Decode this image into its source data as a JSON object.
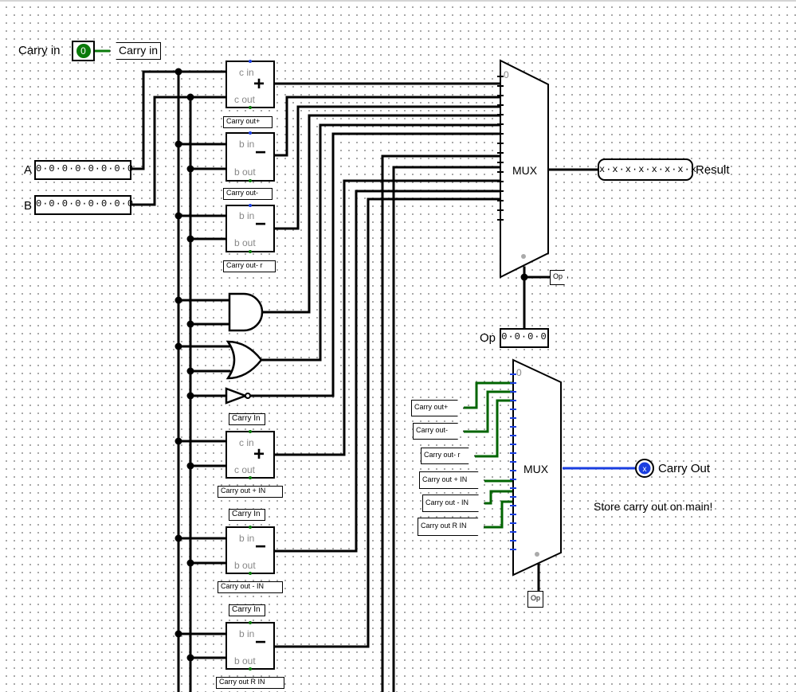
{
  "pins": {
    "carry_in_label": "Carry in",
    "carry_in_value": "0",
    "carry_in_tunnel": "Carry in",
    "a_label": "A",
    "a_value": "0·0·0·0·0·0·0·0",
    "b_label": "B",
    "b_value": "0·0·0·0·0·0·0·0",
    "op_label": "Op",
    "op_value": "0·0·0·0",
    "result_value": "x·x·x·x·x·x·x·x",
    "result_label": "Result",
    "carry_out_label": "Carry Out"
  },
  "units": {
    "add": {
      "in": "c in",
      "out": "c out",
      "sym": "+",
      "tag": "Carry out+"
    },
    "sub": {
      "in": "b in",
      "out": "b out",
      "sym": "−",
      "tag": "Carry out-"
    },
    "subr": {
      "in": "b in",
      "out": "b out",
      "sym": "−",
      "tag": "Carry out- r"
    },
    "add_in": {
      "top": "Carry In",
      "in": "c in",
      "out": "c out",
      "sym": "+",
      "tag": "Carry out + IN"
    },
    "sub_in": {
      "top": "Carry In",
      "in": "b in",
      "out": "b out",
      "sym": "−",
      "tag": "Carry out - IN"
    },
    "subr_in": {
      "top": "Carry In",
      "in": "b in",
      "out": "b out",
      "sym": "−",
      "tag": "Carry out R IN"
    }
  },
  "mux": {
    "main_label": "MUX",
    "main_zero": "0",
    "carry_label": "MUX",
    "carry_zero": "0",
    "op_tag": "Op"
  },
  "carry_tunnels": [
    "Carry out+",
    "Carry out-",
    "Carry out- r",
    "Carry out + IN",
    "Carry out - IN",
    "Carry out R IN"
  ],
  "note": "Store carry out on main!",
  "colors": {
    "wire": "#000000",
    "bit_wire": "#006400",
    "bus_wire": "#1a3ee0",
    "pin_green": "#0a7a0a"
  }
}
